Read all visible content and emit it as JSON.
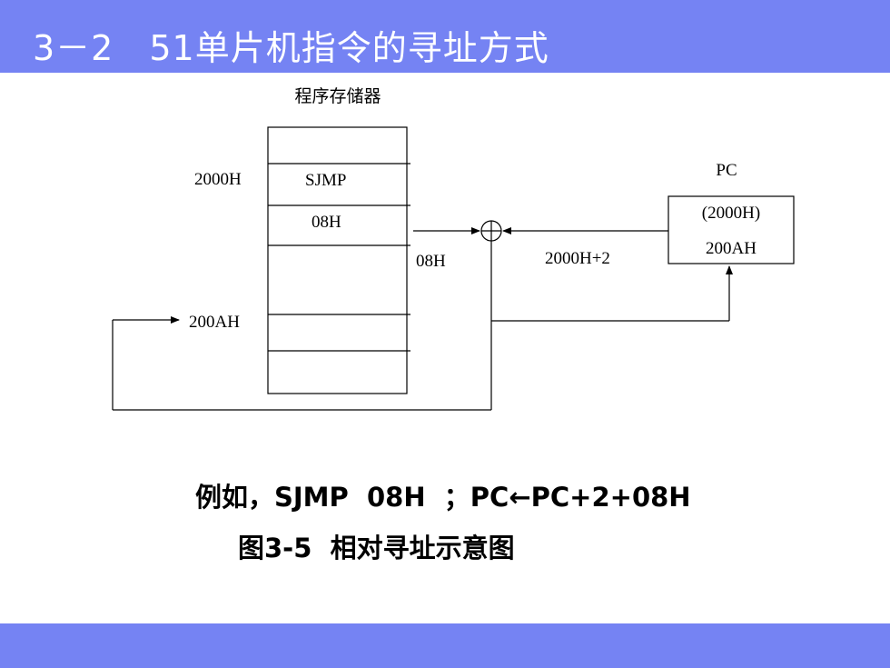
{
  "header": {
    "title": "3－2　51单片机指令的寻址方式"
  },
  "diagram": {
    "memory_title": "程序存储器",
    "addr_2000h": "2000H",
    "cell_opcode": "SJMP",
    "cell_offset": "08H",
    "addr_200ah": "200AH",
    "offset_label": "08H",
    "sum_label": "2000H+2",
    "pc_title": "PC",
    "pc_old": "(2000H)",
    "pc_new": "200AH"
  },
  "example": "例如，SJMP  08H  ；PC←PC+2+08H",
  "caption": "图3-5  相对寻址示意图"
}
